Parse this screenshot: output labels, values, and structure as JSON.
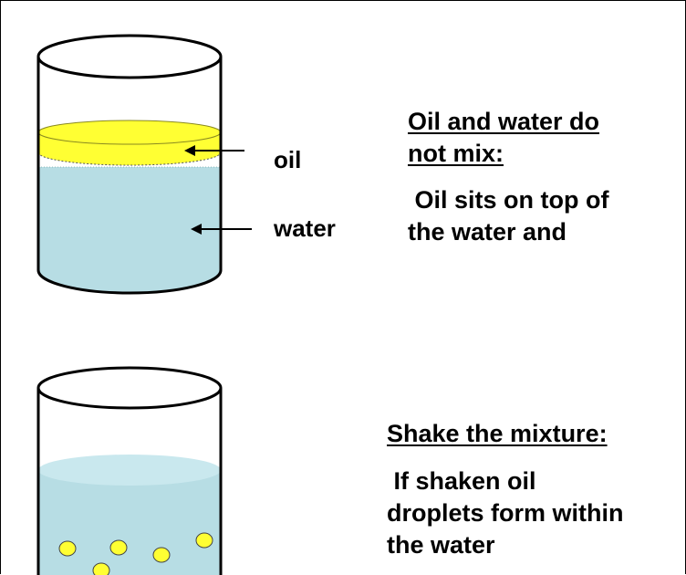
{
  "panel_top": {
    "labels": {
      "oil": "oil",
      "water": "water"
    },
    "heading_line1": "Oil and water do",
    "heading_line2": "not mix:",
    "body_line1": " Oil sits on top of",
    "body_line2": "the water and"
  },
  "panel_bottom": {
    "heading": "Shake the mixture:",
    "body_line1": " If shaken oil",
    "body_line2": "droplets form within",
    "body_line3": "the water"
  },
  "colors": {
    "water": "#b7dde4",
    "water_top": "#c9e8ee",
    "oil": "#ffff33",
    "outline": "#000000"
  }
}
